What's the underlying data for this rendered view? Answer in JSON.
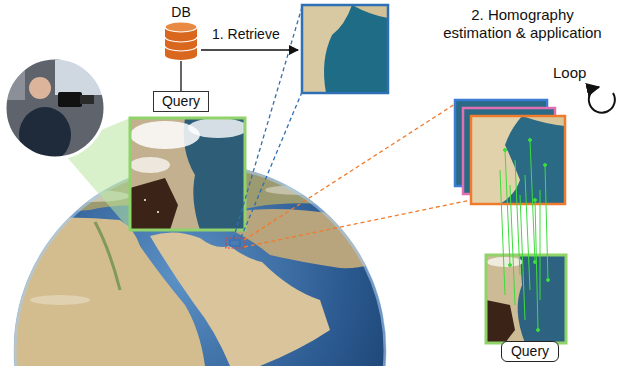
{
  "diagram": {
    "nodes": [
      {
        "text": [
          "DB"
        ]
      },
      {
        "text": [
          "Query"
        ]
      },
      {
        "text": [
          "Query"
        ]
      }
    ],
    "edges": [
      {
        "from": 1,
        "to": 0,
        "arrow": "none"
      }
    ],
    "labels": [
      "1. Retrieve",
      "2. Homography estimation & application",
      "Loop"
    ]
  }
}
